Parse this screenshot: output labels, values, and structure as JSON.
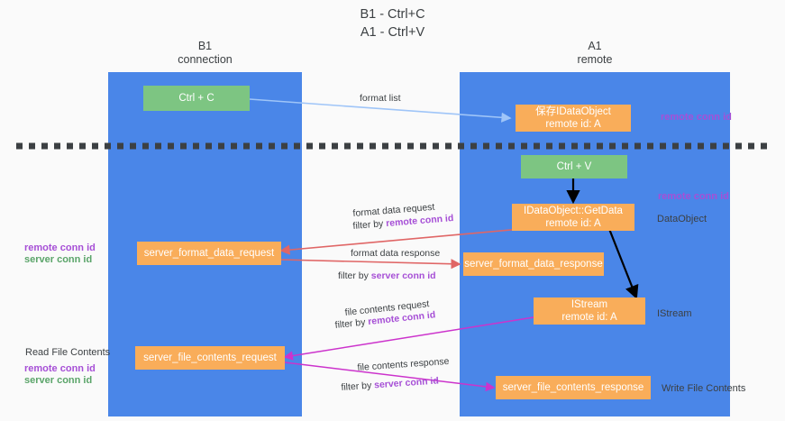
{
  "title": {
    "line1": "B1 - Ctrl+C",
    "line2": "A1 - Ctrl+V"
  },
  "colors": {
    "column": "#4a86e8",
    "node_green": "#7dc582",
    "node_orange": "#f9ad5a",
    "accent_purple": "#a64fd6",
    "accent_green": "#5aa469",
    "arrow_lightblue": "#9fc5f8",
    "arrow_red": "#e06666",
    "arrow_magenta": "#cc33cc",
    "arrow_black": "#000000",
    "divider": "#3c4043",
    "background": "#fafafa"
  },
  "columns": [
    {
      "id": "b1",
      "title": "B1",
      "subtitle": "connection"
    },
    {
      "id": "a1",
      "title": "A1",
      "subtitle": "remote"
    }
  ],
  "nodes": [
    {
      "id": "ctrl-c",
      "column": "b1",
      "style": "green",
      "lines": [
        "Ctrl + C"
      ]
    },
    {
      "id": "save-idataobject",
      "column": "a1",
      "style": "orange",
      "lines": [
        "保存IDataObject",
        "remote id: A"
      ]
    },
    {
      "id": "ctrl-v",
      "column": "a1",
      "style": "green",
      "lines": [
        "Ctrl + V"
      ]
    },
    {
      "id": "idataobject-getdata",
      "column": "a1",
      "style": "orange",
      "lines": [
        "IDataObject::GetData",
        "remote id: A"
      ]
    },
    {
      "id": "server-format-data-request",
      "column": "b1",
      "style": "orange",
      "lines": [
        "server_format_data_request"
      ]
    },
    {
      "id": "server-format-data-response",
      "column": "a1",
      "style": "orange",
      "lines": [
        "server_format_data_response"
      ]
    },
    {
      "id": "istream",
      "column": "a1",
      "style": "orange",
      "lines": [
        "IStream",
        "remote id: A"
      ]
    },
    {
      "id": "server-file-contents-request",
      "column": "b1",
      "style": "orange",
      "lines": [
        "server_file_contents_request"
      ]
    },
    {
      "id": "server-file-contents-response",
      "column": "a1",
      "style": "orange",
      "lines": [
        "server_file_contents_response"
      ]
    }
  ],
  "right_labels": [
    {
      "id": "remote-conn-id-top",
      "text": "remote conn id",
      "kind": "purple"
    },
    {
      "id": "remote-conn-id-middle",
      "text": "remote conn id",
      "kind": "purple"
    },
    {
      "id": "dataobject",
      "text": "DataObject",
      "kind": "plain"
    },
    {
      "id": "istream-label",
      "text": "IStream",
      "kind": "plain"
    },
    {
      "id": "write-file-contents",
      "text": "Write File Contents",
      "kind": "plain"
    }
  ],
  "left_labels": [
    {
      "id": "mid-remote-conn-id",
      "text": "remote conn id",
      "kind": "purple"
    },
    {
      "id": "mid-server-conn-id",
      "text": "server conn id",
      "kind": "green"
    },
    {
      "id": "read-file-contents",
      "text": "Read File Contents",
      "kind": "plain"
    },
    {
      "id": "low-remote-conn-id",
      "text": "remote conn id",
      "kind": "purple"
    },
    {
      "id": "low-server-conn-id",
      "text": "server conn id",
      "kind": "green"
    }
  ],
  "edge_labels": [
    {
      "id": "format-list",
      "text": "format list"
    },
    {
      "id": "format-data-request",
      "text": "format data request"
    },
    {
      "id": "format-data-request-filter-prefix",
      "text": "filter by ",
      "accent": "remote conn id"
    },
    {
      "id": "format-data-response",
      "text": "format data response"
    },
    {
      "id": "format-data-response-filter-prefix",
      "text": "filter by ",
      "accent": "server conn id"
    },
    {
      "id": "file-contents-request",
      "text": "file contents request"
    },
    {
      "id": "file-contents-request-filter-prefix",
      "text": "filter by ",
      "accent": "remote conn id"
    },
    {
      "id": "file-contents-response",
      "text": "file contents response"
    },
    {
      "id": "file-contents-response-filter-prefix",
      "text": "filter by ",
      "accent": "server conn id"
    }
  ],
  "divider": {
    "id": "section-divider",
    "style": "dashed"
  }
}
